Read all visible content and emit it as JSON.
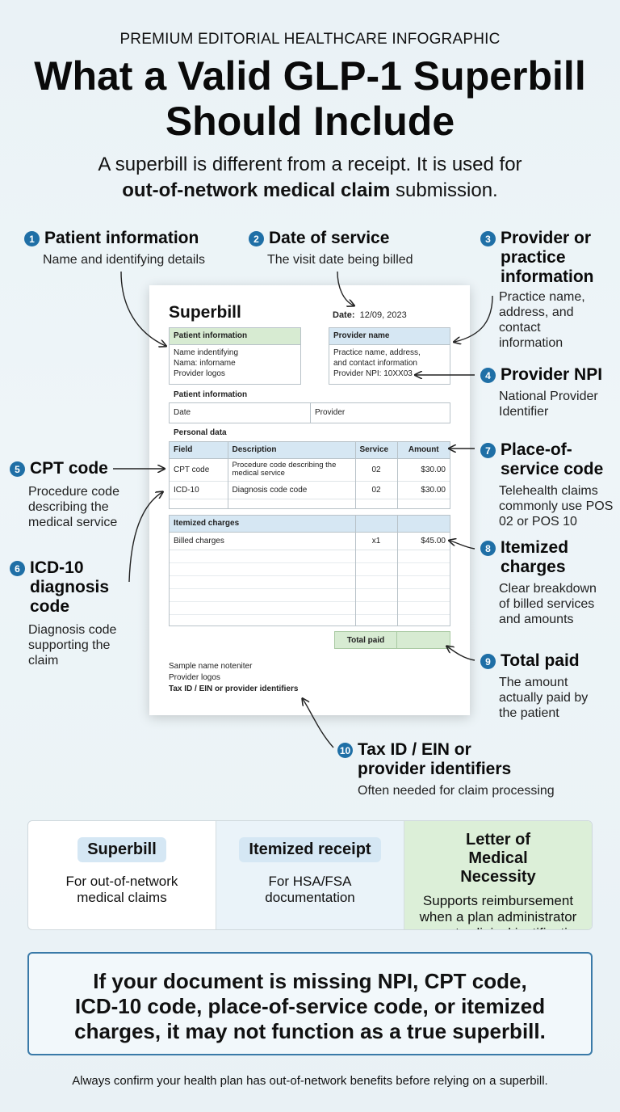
{
  "header": {
    "eyebrow": "PREMIUM EDITORIAL HEALTHCARE INFOGRAPHIC",
    "title_line1": "What a Valid GLP-1 Superbill",
    "title_line2": "Should Include",
    "subtitle_line1": "A superbill is different from a receipt. It is used for",
    "subtitle_bold": "out-of-network medical claim",
    "subtitle_end": " submission."
  },
  "callouts": [
    {
      "n": "1",
      "title": "Patient information",
      "desc": "Name and identifying details"
    },
    {
      "n": "2",
      "title": "Date of service",
      "desc": "The visit date being billed"
    },
    {
      "n": "3",
      "title": "Provider or practice information",
      "desc": "Practice name, address, and contact information"
    },
    {
      "n": "4",
      "title": "Provider NPI",
      "desc": "National Provider Identifier"
    },
    {
      "n": "5",
      "title": "CPT code",
      "desc": "Procedure code describing the medical service"
    },
    {
      "n": "6",
      "title": "ICD-10 diagnosis code",
      "desc": "Diagnosis code supporting the claim"
    },
    {
      "n": "7",
      "title": "Place-of-service code",
      "desc": "Telehealth claims commonly use POS 02 or POS 10"
    },
    {
      "n": "8",
      "title": "Itemized charges",
      "desc": "Clear breakdown of billed services and amounts"
    },
    {
      "n": "9",
      "title": "Total paid",
      "desc": "The amount actually paid by the patient"
    },
    {
      "n": "10",
      "title": "Tax ID / EIN or provider identifiers",
      "desc": "Often needed for claim processing"
    }
  ],
  "superbill": {
    "title": "Superbill",
    "date_label": "Date:",
    "date_value": "12/09, 2023",
    "patient_box_header": "Patient information",
    "patient_box_lines": [
      "Name indentifying",
      "Nama: inforname",
      "Provider logos"
    ],
    "provider_box_header": "Provider name",
    "provider_box_lines": [
      "Practice name, address,",
      "and contact information",
      "Provider NPI: 10XX03"
    ],
    "patient_section_label": "Patient information",
    "date_cell": "Date",
    "provider_cell": "Provider",
    "personal_label": "Personal data",
    "table_headers": [
      "Field",
      "Description",
      "Service",
      "Amount"
    ],
    "table_rows": [
      {
        "field": "CPT code",
        "desc": "Procedure code describing the medical service",
        "service": "02",
        "amount": "$30.00"
      },
      {
        "field": "ICD-10",
        "desc": "Diagnosis code code",
        "service": "02",
        "amount": "$30.00"
      }
    ],
    "itemized_header": "Itemized charges",
    "itemized_row": {
      "label": "Billed charges",
      "qty": "x1",
      "amount": "$45.00"
    },
    "total_label": "Total paid",
    "footer_lines": [
      "Sample name noteniter",
      "Provider logos",
      "Tax ID / EIN or provider identifiers"
    ]
  },
  "cards": [
    {
      "title": "Superbill",
      "desc": "For out-of-network medical claims"
    },
    {
      "title": "Itemized receipt",
      "desc": "For HSA/FSA documentation"
    },
    {
      "title": "Letter of Medical Necessity",
      "desc": "Supports reimbursement when a plan administrator requests clinical justification"
    }
  ],
  "warning": "If your document is missing NPI, CPT code, ICD-10 code, place-of-service code, or itemized charges, it may not function as a true superbill.",
  "footer": "Always confirm your health plan has out-of-network benefits before relying on a superbill.",
  "colors": {
    "accent": "#1f6fa6",
    "green_fill": "#d7ebd2",
    "blue_fill": "#d6e7f3"
  }
}
